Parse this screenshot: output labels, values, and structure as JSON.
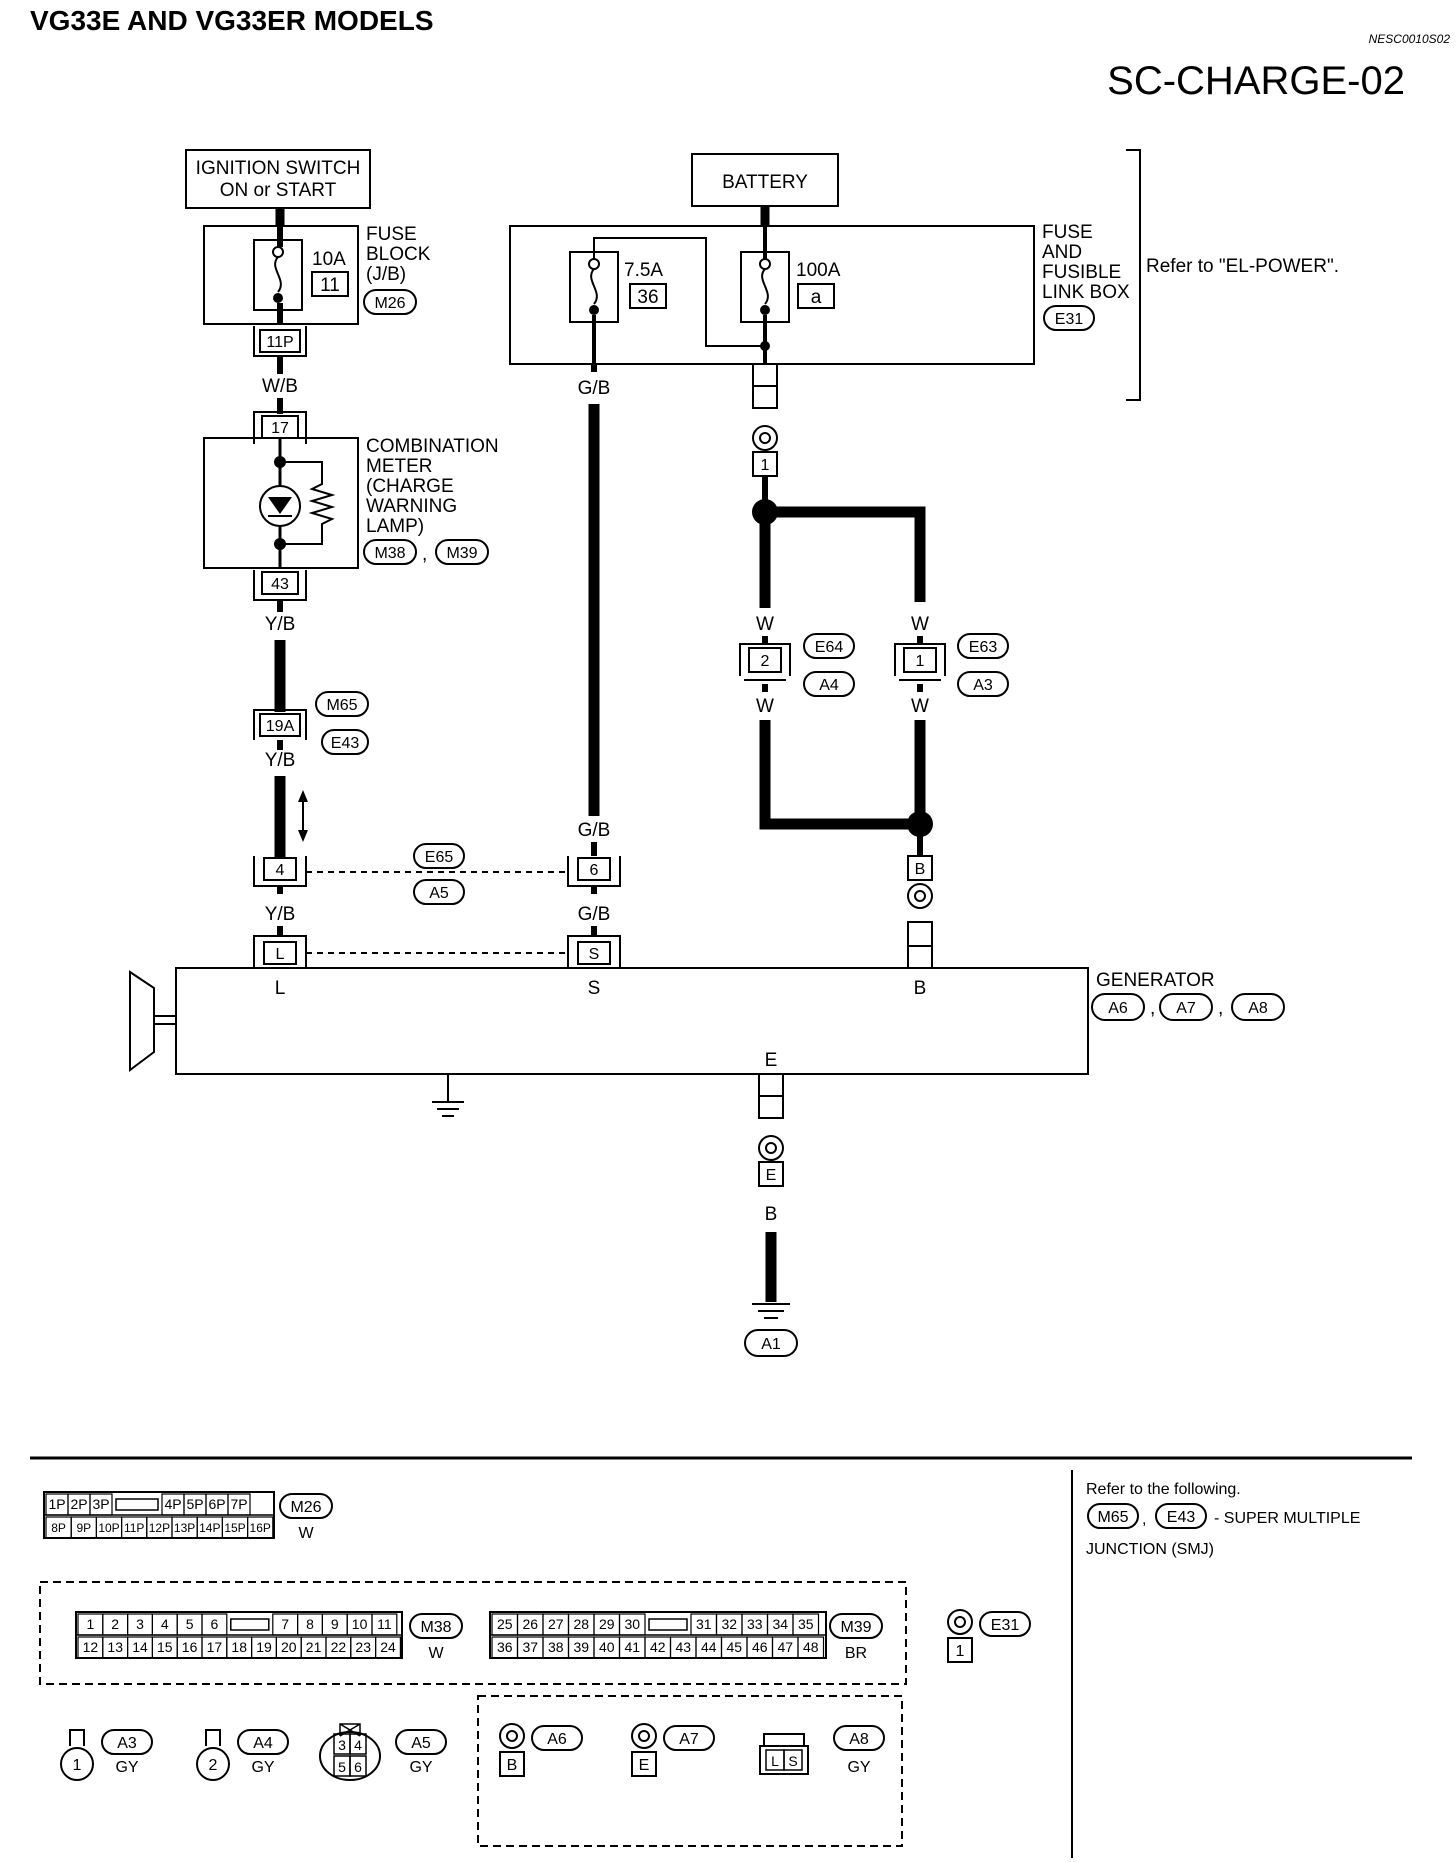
{
  "header": {
    "models": "VG33E AND VG33ER MODELS",
    "doc_id": "NESC0010S02",
    "page_code": "SC-CHARGE-02"
  },
  "components": {
    "ignition_switch": {
      "line1": "IGNITION SWITCH",
      "line2": "ON or START"
    },
    "fuse_block": {
      "l1": "FUSE",
      "l2": "BLOCK",
      "l3": "(J/B)",
      "amp": "10A",
      "fuse_no": "11",
      "connector": "M26",
      "pin": "11P"
    },
    "battery": {
      "label": "BATTERY"
    },
    "fusible_link_box": {
      "l1": "FUSE",
      "l2": "AND",
      "l3": "FUSIBLE",
      "l4": "LINK BOX",
      "connector": "E31",
      "fuse1_amp": "7.5A",
      "fuse1_no": "36",
      "fuse2_amp": "100A",
      "fuse2_no": "a",
      "refer": "Refer to \"EL-POWER\"."
    },
    "combination_meter": {
      "l1": "COMBINATION",
      "l2": "METER",
      "l3": "(CHARGE",
      "l4": "WARNING",
      "l5": "LAMP)",
      "conn1": "M38",
      "conn2": "M39",
      "pin_top": "17",
      "pin_bottom": "43"
    },
    "generator": {
      "label": "GENERATOR",
      "conn1": "A6",
      "conn2": "A7",
      "conn3": "A8",
      "term_l": "L",
      "term_s": "S",
      "term_b": "B",
      "term_e": "E"
    }
  },
  "wires": {
    "wb": "W/B",
    "yb": "Y/B",
    "gb": "G/B",
    "w": "W",
    "b": "B"
  },
  "connectors": {
    "pin_19a": "19A",
    "m65": "M65",
    "e43": "E43",
    "pin_4": "4",
    "pin_6": "6",
    "e65": "E65",
    "a5": "A5",
    "pin_2": "2",
    "e64": "E64",
    "a4": "A4",
    "pin_1": "1",
    "e63": "E63",
    "a3": "A3",
    "term_1": "1",
    "term_b": "B",
    "term_e": "E",
    "pin_l": "L",
    "pin_s": "S",
    "ground": "A1"
  },
  "legend": {
    "m26": {
      "name": "M26",
      "color": "W",
      "row1": [
        "1P",
        "2P",
        "3P",
        "4P",
        "5P",
        "6P",
        "7P"
      ],
      "row2": [
        "8P",
        "9P",
        "10P",
        "11P",
        "12P",
        "13P",
        "14P",
        "15P",
        "16P"
      ]
    },
    "m38": {
      "name": "M38",
      "color": "W",
      "row1": [
        "1",
        "2",
        "3",
        "4",
        "5",
        "6",
        "7",
        "8",
        "9",
        "10",
        "11"
      ],
      "row2": [
        "12",
        "13",
        "14",
        "15",
        "16",
        "17",
        "18",
        "19",
        "20",
        "21",
        "22",
        "23",
        "24"
      ]
    },
    "m39": {
      "name": "M39",
      "color": "BR",
      "row1": [
        "25",
        "26",
        "27",
        "28",
        "29",
        "30",
        "31",
        "32",
        "33",
        "34",
        "35"
      ],
      "row2": [
        "36",
        "37",
        "38",
        "39",
        "40",
        "41",
        "42",
        "43",
        "44",
        "45",
        "46",
        "47",
        "48"
      ]
    },
    "e31": {
      "name": "E31",
      "pin": "1"
    },
    "a3": {
      "name": "A3",
      "color": "GY",
      "pin": "1"
    },
    "a4": {
      "name": "A4",
      "color": "GY",
      "pin": "2"
    },
    "a5": {
      "name": "A5",
      "color": "GY",
      "pins": [
        "3",
        "4",
        "5",
        "6"
      ]
    },
    "a6": {
      "name": "A6",
      "pin": "B"
    },
    "a7": {
      "name": "A7",
      "pin": "E"
    },
    "a8": {
      "name": "A8",
      "color": "GY",
      "pins": [
        "L",
        "S"
      ]
    },
    "refer": {
      "line1": "Refer to the following.",
      "c1": "M65",
      "c2": "E43",
      "text": "- SUPER MULTIPLE",
      "line3": "JUNCTION (SMJ)"
    }
  }
}
